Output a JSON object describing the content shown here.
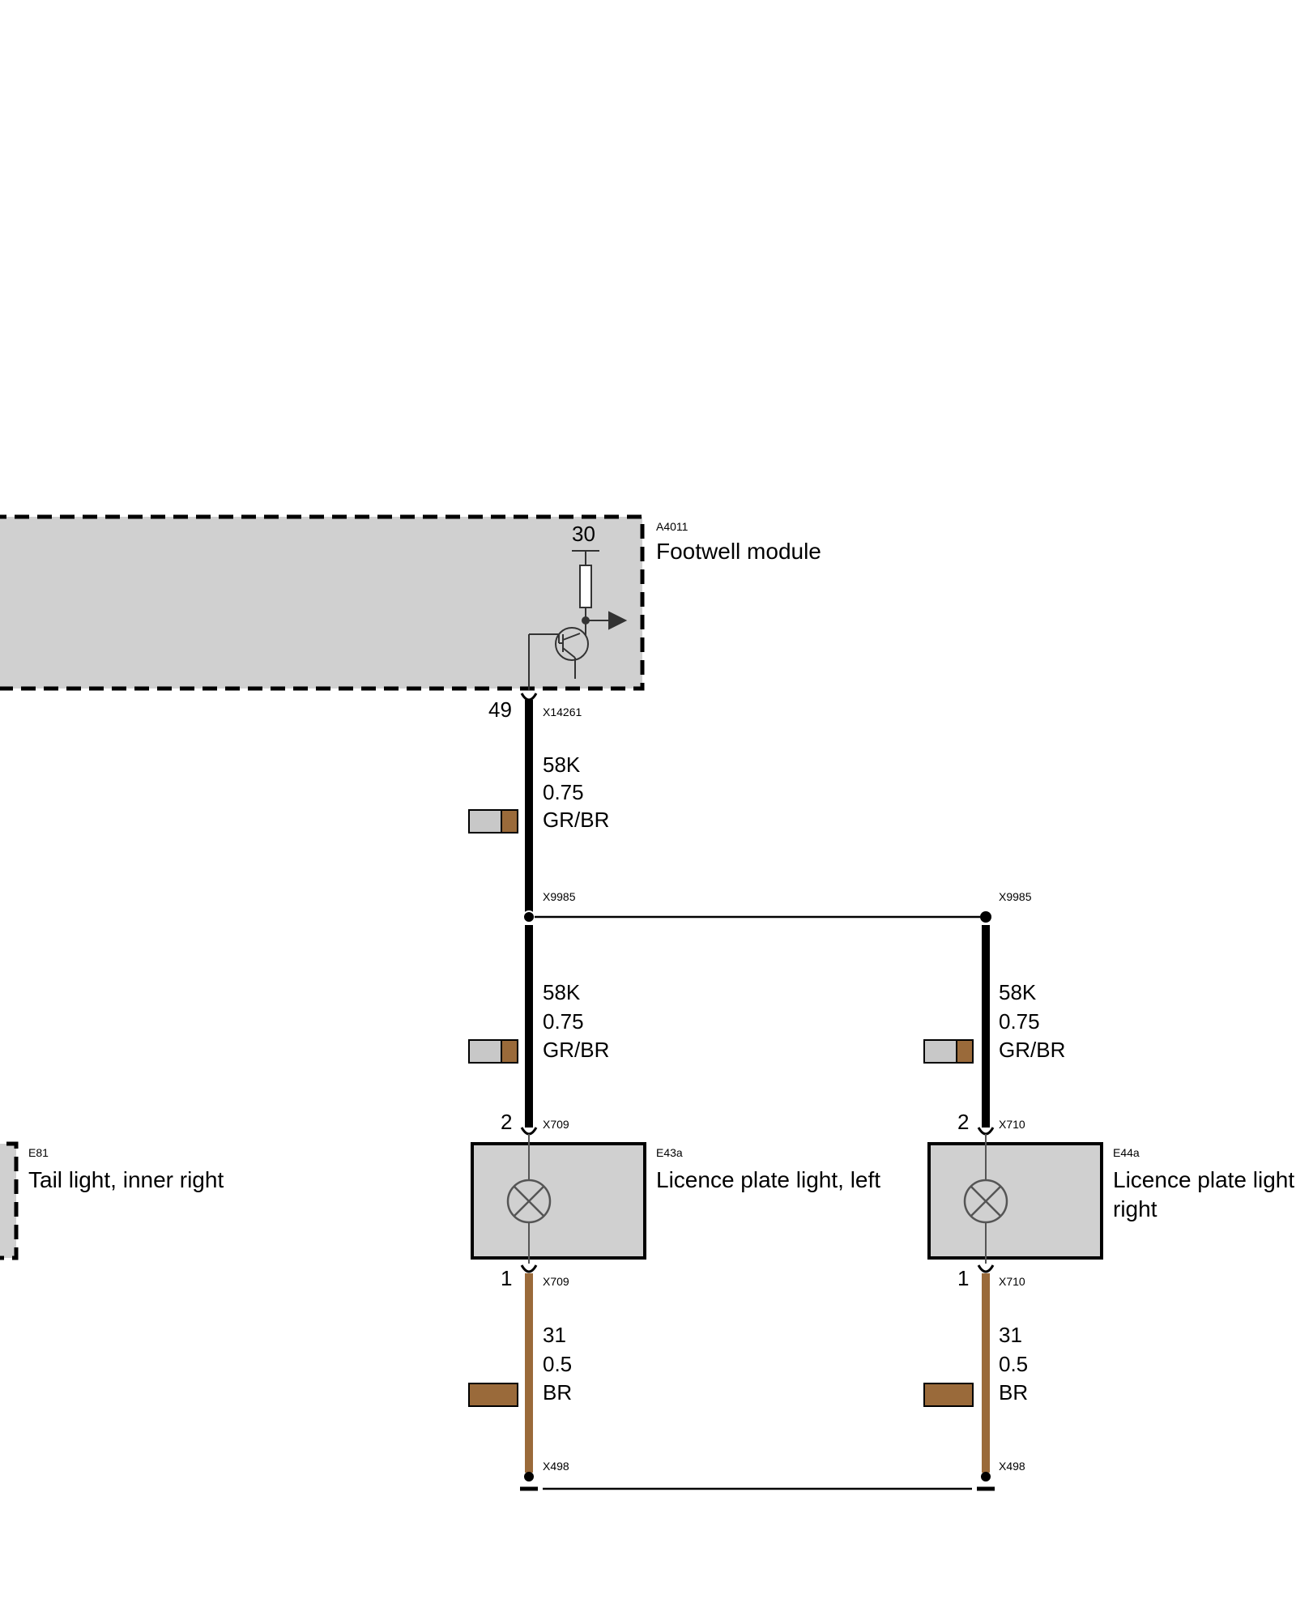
{
  "modules": {
    "footwell": {
      "code": "A4011",
      "name": "Footwell module",
      "supply_terminal": "30",
      "pin": "49",
      "connector": "X14261"
    },
    "tail_light": {
      "code": "E81",
      "name": "Tail light, inner right"
    },
    "plate_left": {
      "code": "E43a",
      "name": "Licence plate light, left",
      "pin_top": "2",
      "pin_bottom": "1",
      "connector": "X709"
    },
    "plate_right": {
      "code": "E44a",
      "name_line1": "Licence plate light,",
      "name_line2": "right",
      "pin_top": "2",
      "pin_bottom": "1",
      "connector": "X710"
    }
  },
  "splices": {
    "upper": "X9985",
    "lower": "X498"
  },
  "wires": {
    "main": {
      "circuit": "58K",
      "gauge": "0.75",
      "color_code": "GR/BR",
      "colors": [
        "#c8c8c8",
        "#9a6a3a"
      ]
    },
    "left_feed": {
      "circuit": "58K",
      "gauge": "0.75",
      "color_code": "GR/BR",
      "colors": [
        "#c8c8c8",
        "#9a6a3a"
      ]
    },
    "right_feed": {
      "circuit": "58K",
      "gauge": "0.75",
      "color_code": "GR/BR",
      "colors": [
        "#c8c8c8",
        "#9a6a3a"
      ]
    },
    "left_ground": {
      "circuit": "31",
      "gauge": "0.5",
      "color_code": "BR",
      "colors": [
        "#9a6a3a"
      ]
    },
    "right_ground": {
      "circuit": "31",
      "gauge": "0.5",
      "color_code": "BR",
      "colors": [
        "#9a6a3a"
      ]
    }
  },
  "colors": {
    "module_fill": "#d0d0d0",
    "wire_black": "#000000",
    "wire_brown": "#9a6a3a",
    "wire_grey": "#c8c8c8"
  }
}
